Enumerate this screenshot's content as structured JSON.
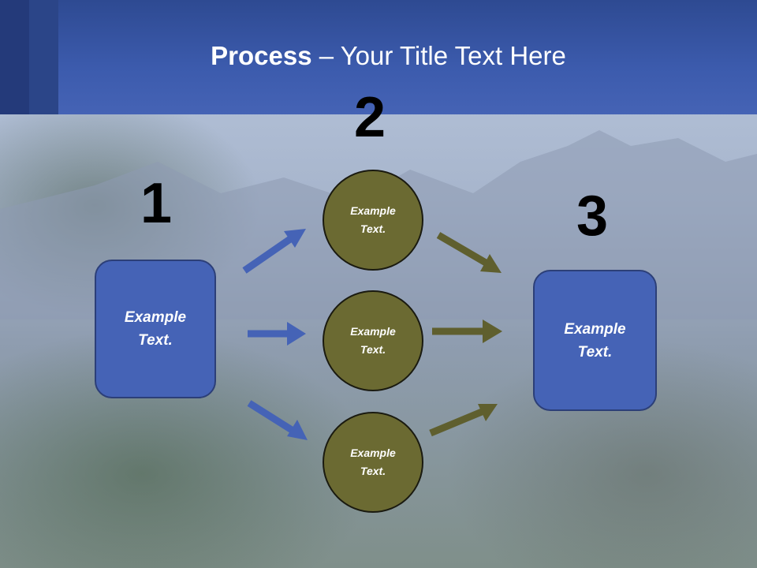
{
  "title": {
    "bold": "Process",
    "rest": " – Your Title Text Here"
  },
  "steps": {
    "one": "1",
    "two": "2",
    "three": "3"
  },
  "left_box": {
    "text": "Example\nText."
  },
  "right_box": {
    "text": "Example\nText."
  },
  "circles": [
    {
      "text": "Example\nText."
    },
    {
      "text": "Example\nText."
    },
    {
      "text": "Example\nText."
    }
  ],
  "colors": {
    "box": "#4563b6",
    "circle": "#6b6a32",
    "blue_arrow": "#4563b6",
    "olive_arrow": "#5f5f2e"
  }
}
